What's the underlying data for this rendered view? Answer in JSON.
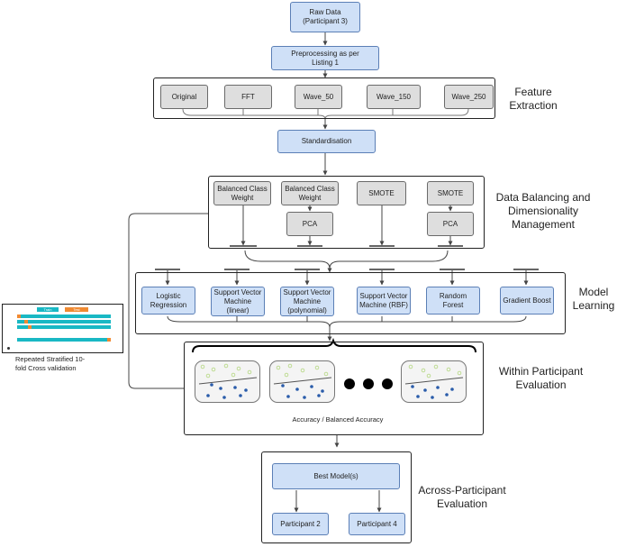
{
  "nodes": {
    "raw_data": "Raw Data\n(Participant 3)",
    "preprocessing": "Preprocessing as per\nListing 1",
    "original": "Original",
    "fft": "FFT",
    "wave50": "Wave_50",
    "wave150": "Wave_150",
    "wave250": "Wave_250",
    "standardisation": "Standardisation",
    "bcw1": "Balanced Class\nWeight",
    "bcw2": "Balanced Class\nWeight",
    "smote1": "SMOTE",
    "smote2": "SMOTE",
    "pca1": "PCA",
    "pca2": "PCA",
    "logreg": "Logistic\nRegression",
    "svm_linear": "Support Vector\nMachine\n(linear)",
    "svm_poly": "Support Vector\nMachine\n(polynomial)",
    "svm_rbf": "Support Vector\nMachine (RBF)",
    "rf": "Random\nForest",
    "gb": "Gradient Boost",
    "best_models": "Best Model(s)",
    "p2": "Participant 2",
    "p4": "Participant 4"
  },
  "stages": {
    "feature_extraction": "Feature\nExtraction",
    "balancing": "Data Balancing and\nDimensionality\nManagement",
    "model_learning": "Model\nLearning",
    "within": "Within Participant\nEvaluation",
    "across": "Across-Participant\nEvaluation"
  },
  "evaluation_metric": "Accuracy / Balanced Accuracy",
  "cv": {
    "label": "Repeated Stratified 10-\nfold Cross validation",
    "train": "Train",
    "test": "Test"
  },
  "colors": {
    "node_blue": "#cfe0f7",
    "node_grey": "#dedede",
    "cv_train": "#19b8c4",
    "cv_test": "#f08a32",
    "scatter_green": "#b9d98a",
    "scatter_blue": "#2a5caa"
  }
}
